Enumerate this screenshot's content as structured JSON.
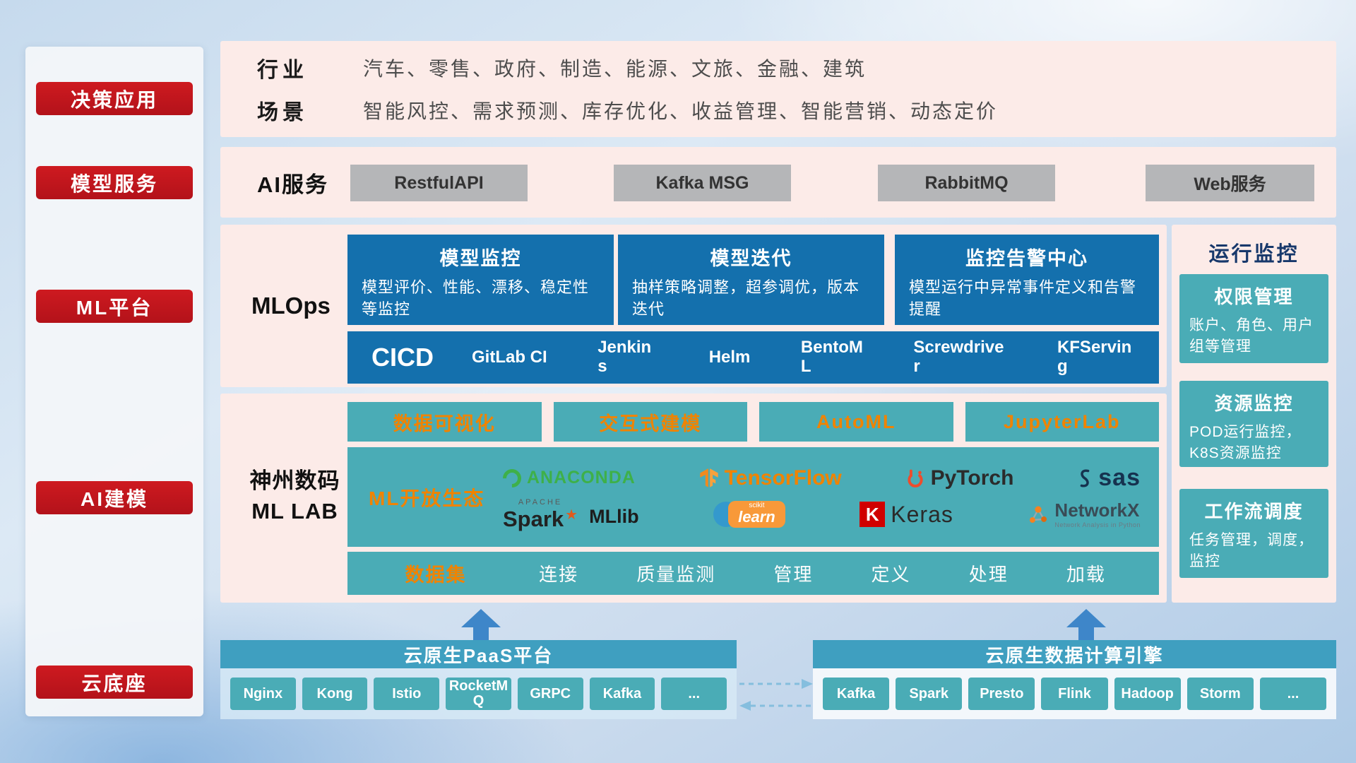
{
  "colors": {
    "accent_red": "#c0161d",
    "panel_pink": "#fcebe8",
    "deep_blue": "#1470ad",
    "teal": "#4aacb6",
    "bar_blue": "#3f9fc0",
    "orange": "#f08300",
    "navy_title": "#17386b",
    "gray_button": "#b5b6b8",
    "arrow_blue": "#3e86c9"
  },
  "sidebar": {
    "items": [
      {
        "label": "决策应用"
      },
      {
        "label": "模型服务"
      },
      {
        "label": "ML平台"
      },
      {
        "label": "AI建模"
      },
      {
        "label": "云底座"
      }
    ]
  },
  "industry_row": {
    "industry_label": "行业",
    "industry_value": "汽车、零售、政府、制造、能源、文旅、金融、建筑",
    "scenario_label": "场景",
    "scenario_value": "智能风控、需求预测、库存优化、收益管理、智能营销、动态定价"
  },
  "ai_service_row": {
    "label": "AI服务",
    "buttons": [
      "RestfulAPI",
      "Kafka MSG",
      "RabbitMQ",
      "Web服务"
    ]
  },
  "mlops": {
    "label": "MLOps",
    "cards": [
      {
        "title": "模型监控",
        "desc": "模型评价、性能、漂移、稳定性等监控"
      },
      {
        "title": "模型迭代",
        "desc": "抽样策略调整，超参调优，版本迭代"
      },
      {
        "title": "监控告警中心",
        "desc": "模型运行中异常事件定义和告警提醒"
      }
    ],
    "cicd": {
      "label": "CICD",
      "tools": [
        "GitLab CI",
        "Jenkins",
        "Helm",
        "BentoML",
        "Screwdriver",
        "KFServing"
      ]
    }
  },
  "ml_lab": {
    "label_line1": "神州数码",
    "label_line2": "ML LAB",
    "top_tools": [
      "数据可视化",
      "交互式建模",
      "AutoML",
      "JupyterLab"
    ],
    "ecosystem": {
      "label": "ML开放生态",
      "logos": {
        "anaconda": "ANACONDA",
        "tensorflow": "TensorFlow",
        "pytorch": "PyTorch",
        "sas": "sas",
        "apache": "APACHE",
        "spark": "Spark",
        "mllib": "MLlib",
        "scikit_top": "scikit",
        "scikit_learn": "learn",
        "keras_k": "K",
        "keras": "Keras",
        "networkx": "NetworkX",
        "networkx_sub": "Network Analysis in Python"
      }
    },
    "dataset_row": {
      "label": "数据集",
      "items": [
        "连接",
        "质量监测",
        "管理",
        "定义",
        "处理",
        "加载"
      ]
    }
  },
  "monitoring_panel": {
    "title": "运行监控",
    "cards": [
      {
        "title": "权限管理",
        "desc": "账户、角色、用户组等管理"
      },
      {
        "title": "资源监控",
        "desc": "POD运行监控，K8S资源监控"
      },
      {
        "title": "工作流调度",
        "desc": "任务管理，调度，监控"
      }
    ]
  },
  "cloud_base": {
    "paas": {
      "title": "云原生PaaS平台",
      "chips": [
        "Nginx",
        "Kong",
        "Istio",
        "RocketMQ",
        "GRPC",
        "Kafka",
        "..."
      ]
    },
    "data_engine": {
      "title": "云原生数据计算引擎",
      "chips": [
        "Kafka",
        "Spark",
        "Presto",
        "Flink",
        "Hadoop",
        "Storm",
        "..."
      ]
    }
  }
}
